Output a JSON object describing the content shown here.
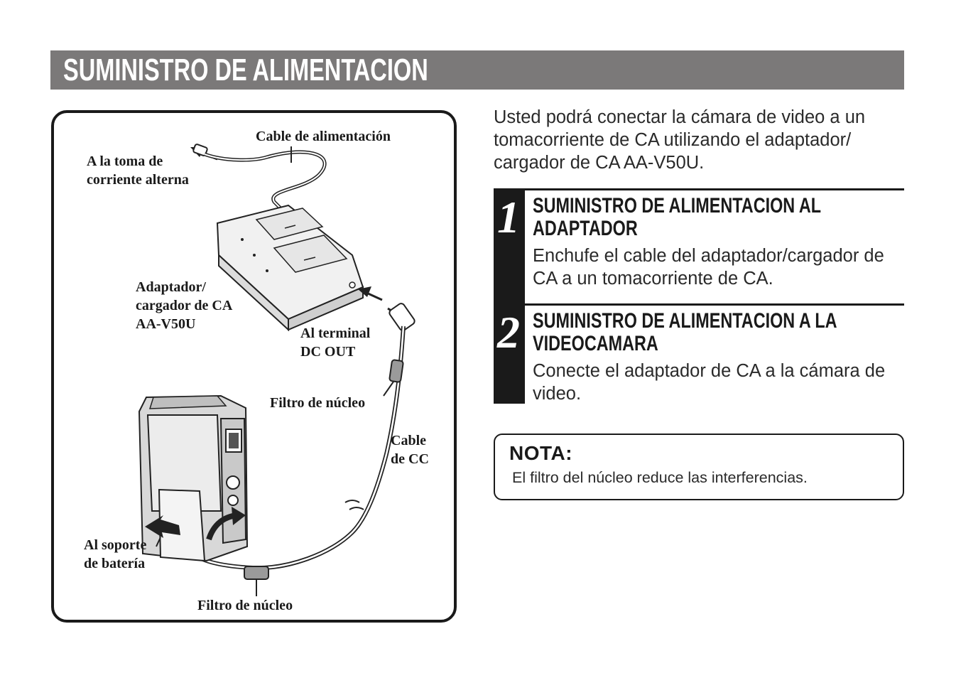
{
  "header": {
    "title": "SUMINISTRO DE ALIMENTACION"
  },
  "figure": {
    "labels": {
      "power_cable": "Cable de alimentación",
      "ac_outlet_line1": "A la toma de",
      "ac_outlet_line2": "corriente alterna",
      "adapter_line1": "Adaptador/",
      "adapter_line2": "cargador de CA",
      "adapter_line3": "AA-V50U",
      "dc_out_line1": "Al terminal",
      "dc_out_line2": "DC OUT",
      "core_filter_top": "Filtro de núcleo",
      "dc_cable_line1": "Cable",
      "dc_cable_line2": "de CC",
      "battery_mount_line1": "Al soporte",
      "battery_mount_line2": "de batería",
      "core_filter_bottom": "Filtro de núcleo"
    }
  },
  "intro": "Usted podrá conectar la cámara de video a un tomacorriente de CA utilizando el adaptador/ cargador de CA AA-V50U.",
  "steps": [
    {
      "number": "1",
      "heading": "SUMINISTRO DE ALIMENTACION AL ADAPTADOR",
      "body": "Enchufe el cable del adaptador/cargador de CA a un tomacorriente de CA."
    },
    {
      "number": "2",
      "heading": "SUMINISTRO DE ALIMENTACION A LA VIDEOCAMARA",
      "body": "Conecte el adaptador de CA a la cámara de video."
    }
  ],
  "note": {
    "title": "NOTA:",
    "text": "El filtro del núcleo reduce las interferencias."
  }
}
